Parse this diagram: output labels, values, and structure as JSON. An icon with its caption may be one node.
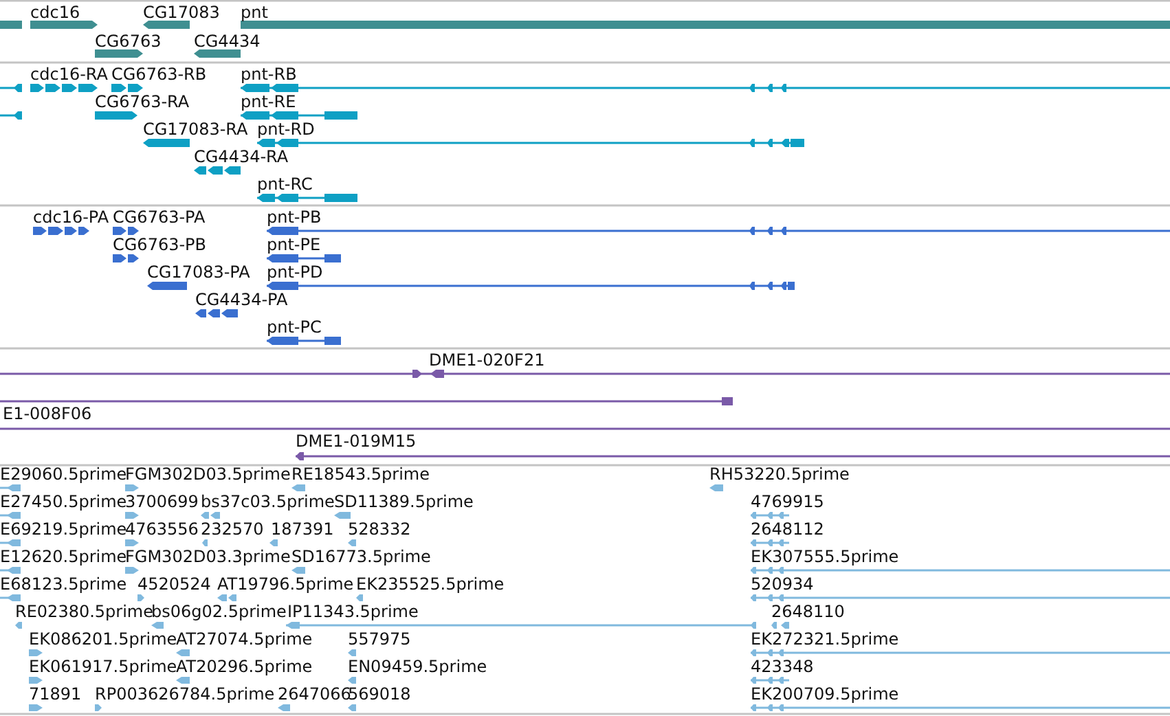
{
  "diagram": {
    "labels": [
      "cdc16",
      "CG17083",
      "pnt",
      "CG6763",
      "CG4434",
      "cdc16-RA",
      "CG6763-RB",
      "pnt-RB",
      "CG6763-RA",
      "pnt-RE",
      "CG17083-RA",
      "pnt-RD",
      "CG4434-RA",
      "pnt-RC",
      "cdc16-PA",
      "CG6763-PA",
      "pnt-PB",
      "CG6763-PB",
      "pnt-PE",
      "CG17083-PA",
      "pnt-PD",
      "CG4434-PA",
      "pnt-PC",
      "DME1-020F21",
      "E1-008F06",
      "DME1-019M15",
      "E29060.5prime",
      "FGM302D03.5prime",
      "RE18543.5prime",
      "RH53220.5prime",
      "E27450.5prime",
      "3700699",
      "bs37c03.5prime",
      "SD11389.5prime",
      "4769915",
      "E69219.5prime",
      "4763556",
      "232570",
      "187391",
      "528332",
      "2648112",
      "E12620.5prime",
      "FGM302D03.3prime",
      "SD16773.5prime",
      "EK307555.5prime",
      "E68123.5prime",
      "4520524",
      "AT19796.5prime",
      "EK235525.5prime",
      "520934",
      "RE02380.5prime",
      "bs06g02.5prime",
      "IP11343.5prime",
      "2648110",
      "EK086201.5prime",
      "AT27074.5prime",
      "557975",
      "EK272321.5prime",
      "EK061917.5prime",
      "AT20296.5prime",
      "EN09459.5prime",
      "423348",
      "71891",
      "RP003626784.5prime",
      "2647066",
      "569018",
      "EK200709.5prime"
    ]
  }
}
